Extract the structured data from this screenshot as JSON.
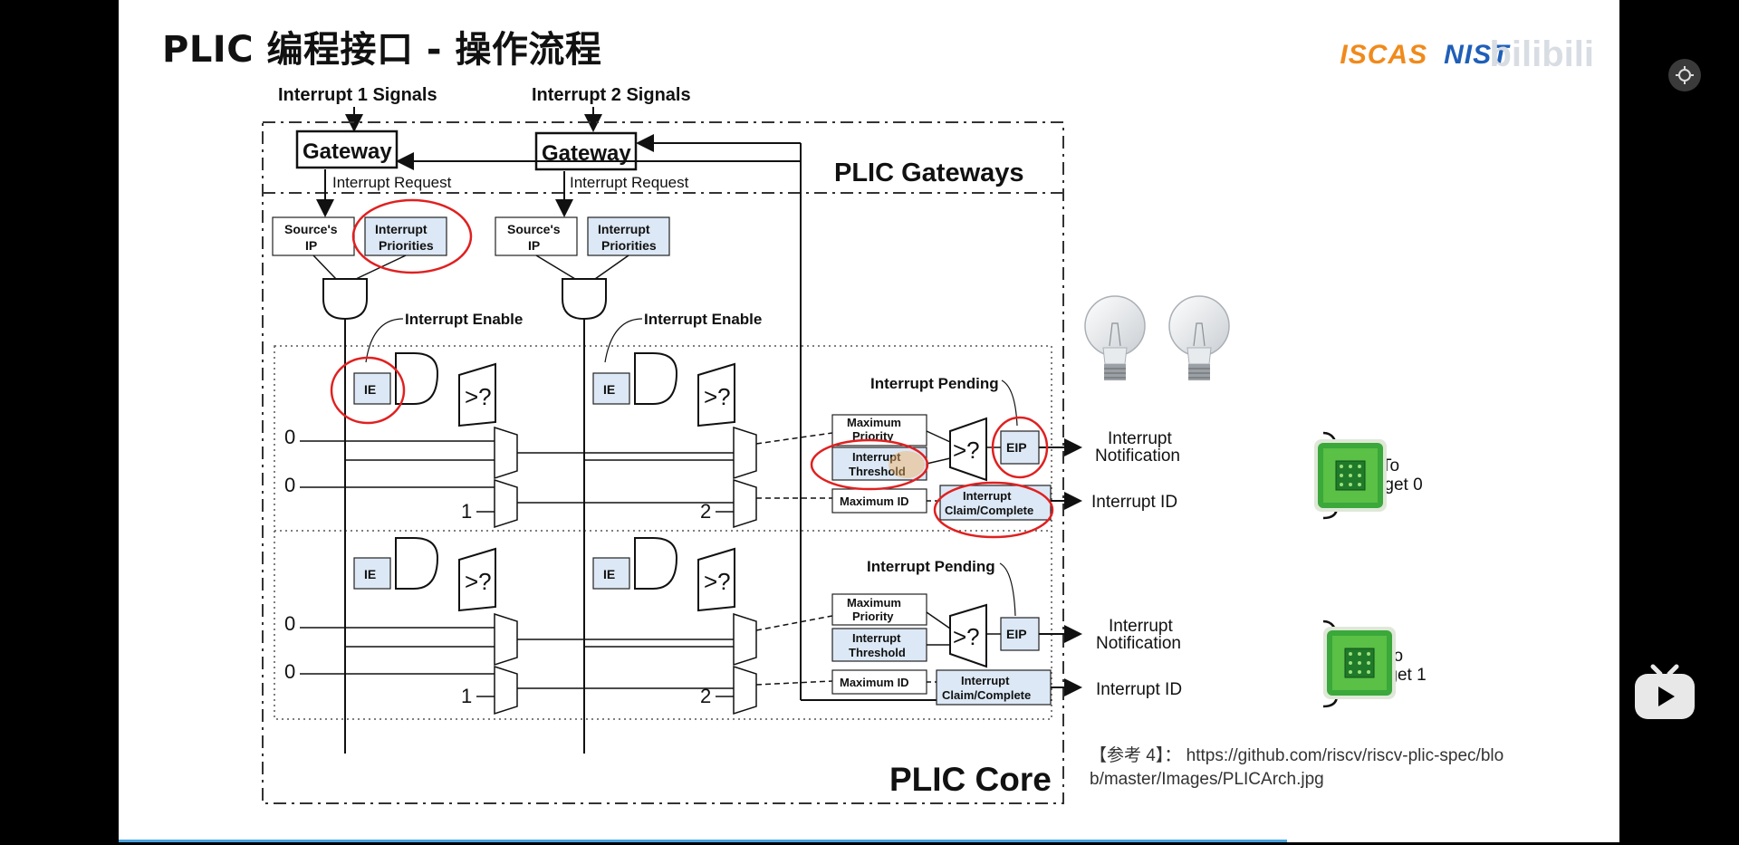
{
  "slide": {
    "title": "PLIC 编程接口 - 操作流程",
    "logos": {
      "iscas": "ISCAS",
      "nist": "NIST",
      "watermark": "bilibili"
    }
  },
  "diagram": {
    "signals": [
      "Interrupt 1 Signals",
      "Interrupt 2 Signals"
    ],
    "gateway_label": "Gateway",
    "interrupt_request": "Interrupt Request",
    "plic_gateways": "PLIC Gateways",
    "plic_core": "PLIC Core",
    "sources_ip_1": "Source's",
    "sources_ip_2": "IP",
    "priorities_1": "Interrupt",
    "priorities_2": "Priorities",
    "interrupt_enable": "Interrupt Enable",
    "ie": "IE",
    "compare": ">?",
    "zero": "0",
    "one": "1",
    "two": "2",
    "interrupt_pending": "Interrupt Pending",
    "max_priority_1": "Maximum",
    "max_priority_2": "Priority",
    "threshold_1": "Interrupt",
    "threshold_2": "Threshold",
    "max_id": "Maximum ID",
    "claim_1": "Interrupt",
    "claim_2": "Claim/Complete",
    "eip": "EIP",
    "notification_1": "Interrupt",
    "notification_2": "Notification",
    "interrupt_id": "Interrupt ID",
    "to": "To",
    "target_0": "Target 0",
    "target_1": "Target 1"
  },
  "reference": {
    "label": "【参考 4】：",
    "url": "https://github.com/riscv/riscv-plic-spec/blob/master/Images/PLICArch.jpg"
  },
  "colors": {
    "highlight": "#e02020",
    "box_fill": "#dce8f5",
    "chip": "#3aa83a",
    "progress": "#4aa3df"
  },
  "icons": [
    "lightbulb-icon",
    "cpu-chip-icon",
    "settings-icon",
    "bilibili-tv-icon"
  ]
}
